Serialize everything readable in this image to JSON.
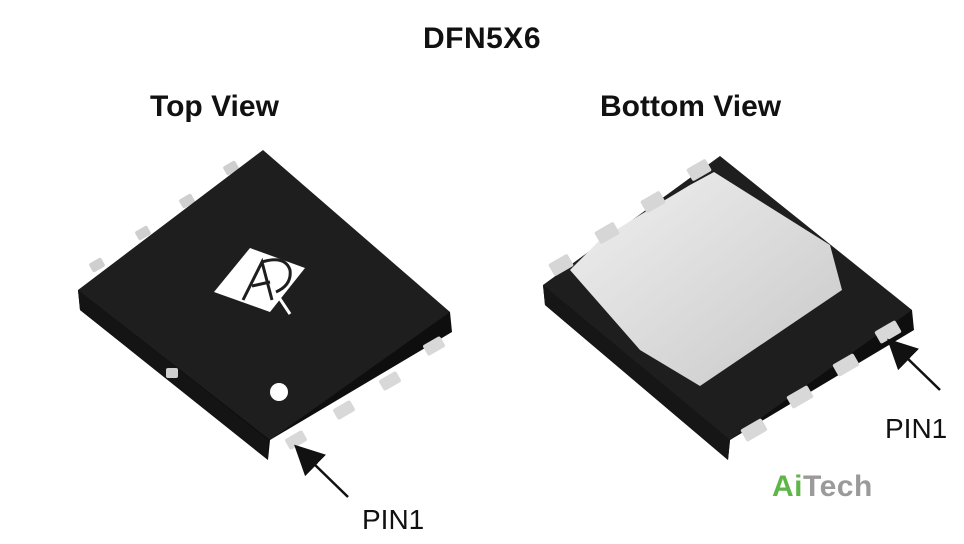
{
  "title": "DFN5X6",
  "views": {
    "top_label": "Top View",
    "bottom_label": "Bottom View"
  },
  "pin_labels": {
    "top": "PIN1",
    "bottom": "PIN1"
  },
  "brand": {
    "part1": "Ai",
    "part2": "Tech",
    "color_ai": "#5fb648",
    "color_tech": "#9a9a9a"
  },
  "colors": {
    "package_body": "#1b1b1b",
    "pad_metal": "#dcdcdc"
  }
}
